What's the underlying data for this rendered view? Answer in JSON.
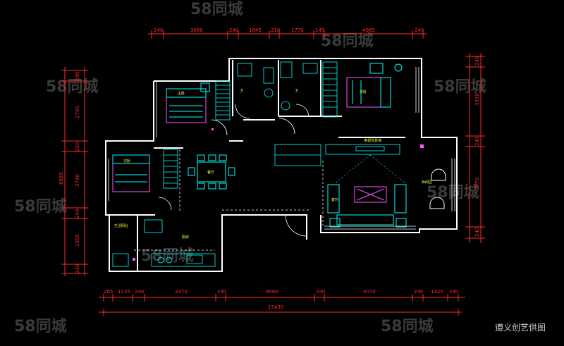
{
  "watermark": "58同城",
  "caption": "遵义创艺供图",
  "dims_top": [
    "240",
    "3080",
    "240",
    "1645",
    "210",
    "1770",
    "145",
    "4085",
    "240"
  ],
  "dims_bottom": [
    "265",
    "1135",
    "240",
    "3375",
    "240",
    "4060",
    "240",
    "4070",
    "240",
    "1320",
    "240"
  ],
  "dim_total": "15430",
  "dims_left": [
    "240",
    "2745",
    "240",
    "2740",
    "240",
    "2055",
    "240"
  ],
  "dim_left_total": "8685",
  "dims_right": [
    "240",
    "3350",
    "240",
    "3770",
    "240"
  ],
  "rooms": {
    "master_bedroom": "主卧",
    "second_bedroom": "次卧",
    "third_bedroom": "次卧",
    "dining": "餐厅",
    "kitchen": "厨房",
    "living": "客厅",
    "bath1": "卫",
    "bath2": "卫",
    "balcony": "生活阳台",
    "tv_wall": "电视背景墙",
    "study": "休闲区"
  }
}
